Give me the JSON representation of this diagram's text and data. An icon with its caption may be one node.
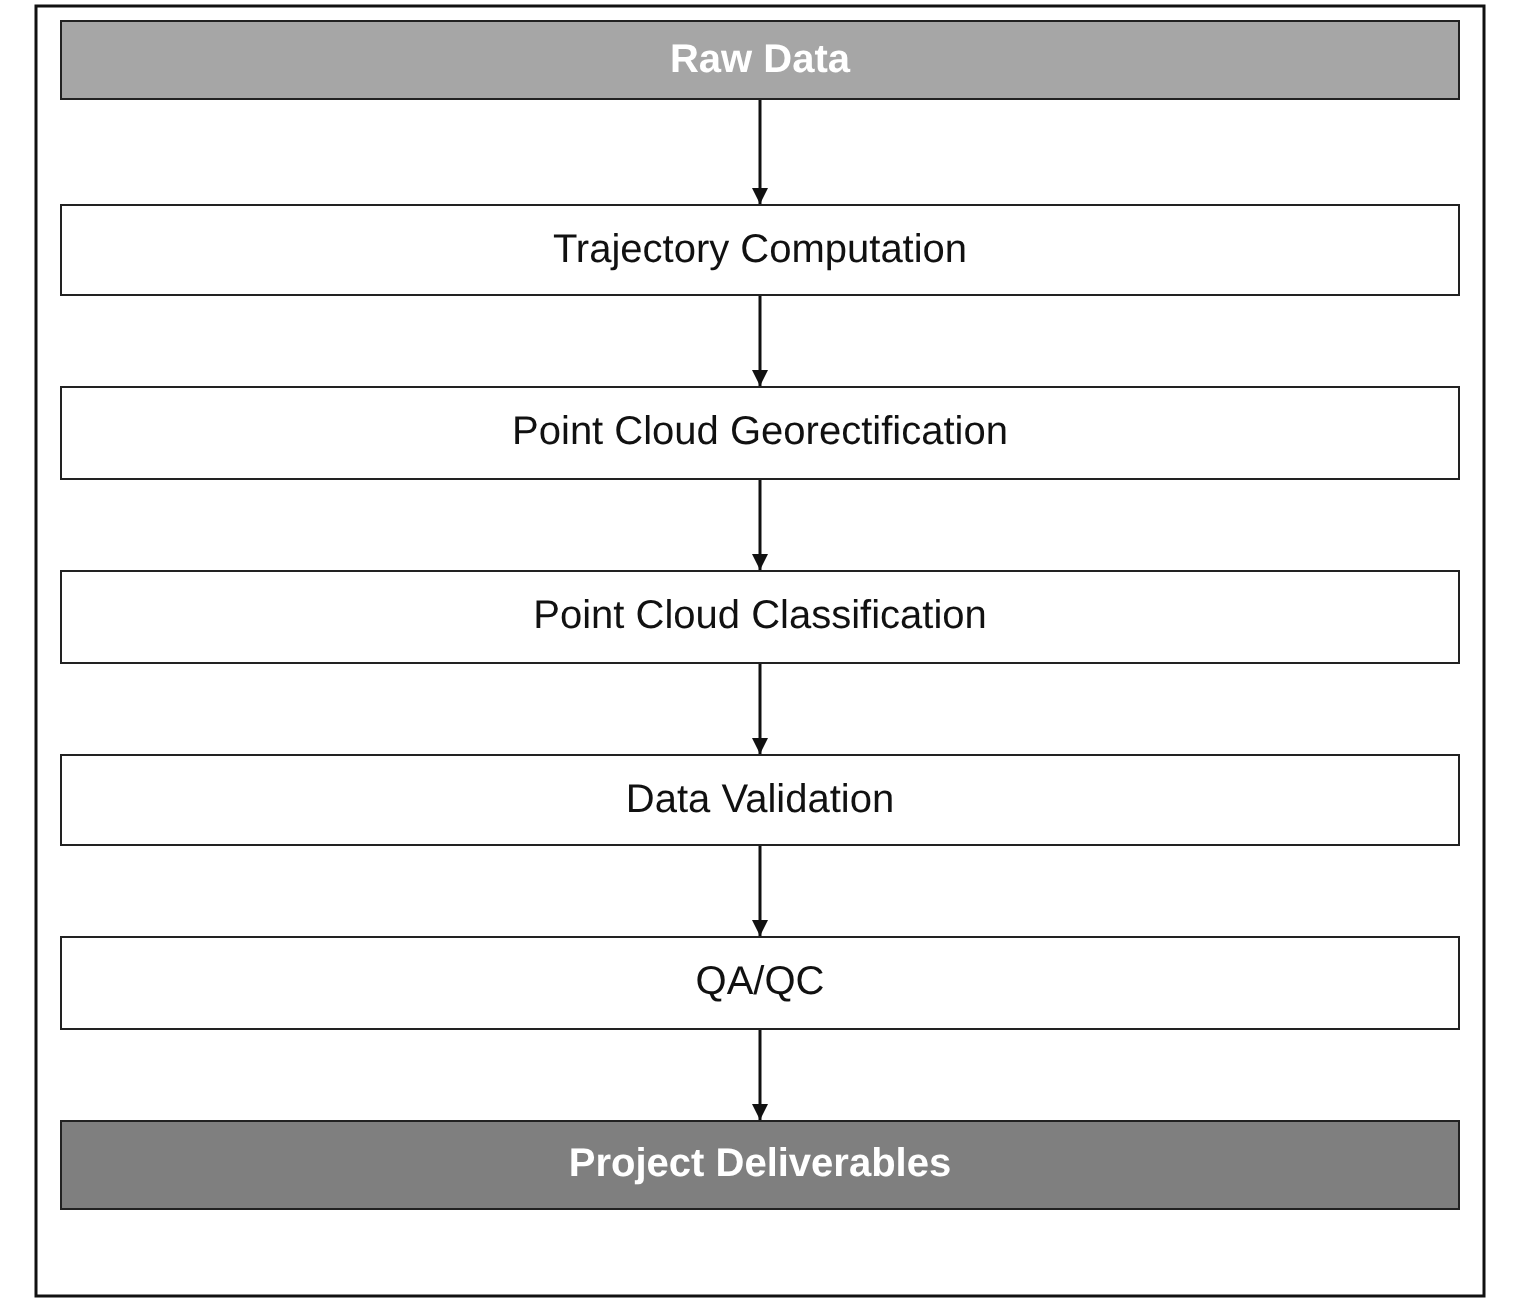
{
  "diagram": {
    "nodes": [
      {
        "text": [
          "Raw Data"
        ]
      },
      {
        "text": [
          "Trajectory Computation"
        ]
      },
      {
        "text": [
          "Point Cloud Georectification"
        ]
      },
      {
        "text": [
          "Point Cloud Classification"
        ]
      },
      {
        "text": [
          "Data Validation"
        ]
      },
      {
        "text": [
          "QA/QC"
        ]
      },
      {
        "text": [
          "Project Deliverables"
        ]
      }
    ],
    "edges": [
      {
        "from": 0,
        "to": 1,
        "arrow": "to"
      },
      {
        "from": 1,
        "to": 2,
        "arrow": "to"
      },
      {
        "from": 2,
        "to": 3,
        "arrow": "to"
      },
      {
        "from": 3,
        "to": 4,
        "arrow": "to"
      },
      {
        "from": 4,
        "to": 5,
        "arrow": "to"
      },
      {
        "from": 5,
        "to": 6,
        "arrow": "to"
      }
    ]
  }
}
